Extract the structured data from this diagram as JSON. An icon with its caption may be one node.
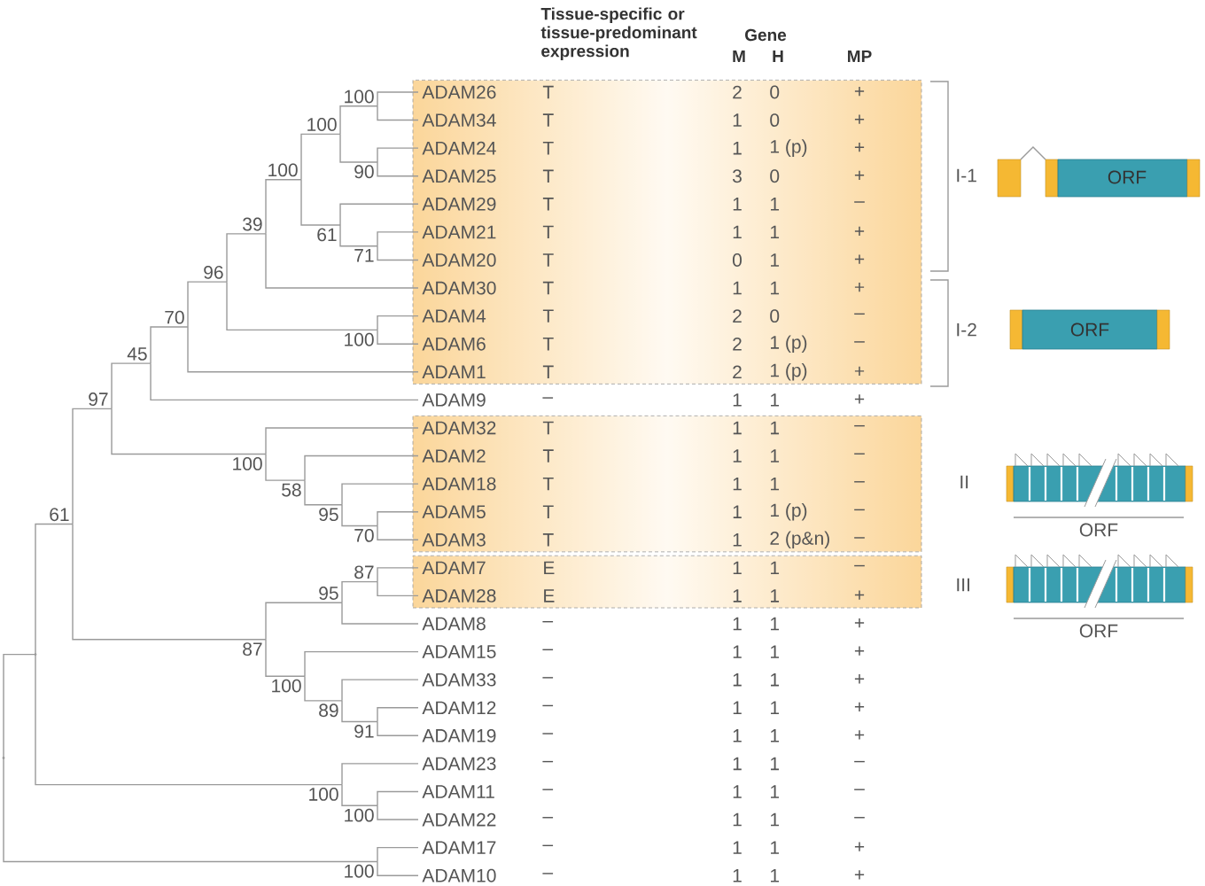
{
  "diagram": {
    "nodes": [
      {
        "text": [],
        "shape": "box"
      },
      {
        "text": [
          "ADAM26"
        ],
        "in": 0
      },
      {
        "text": [
          "ADAM34"
        ],
        "in": 0
      },
      {
        "text": [
          "ADAM24"
        ],
        "in": 0
      },
      {
        "text": [
          "ADAM25"
        ],
        "in": 0
      },
      {
        "text": [
          "ADAM29"
        ],
        "in": 0
      },
      {
        "text": [
          "ADAM21"
        ],
        "in": 0
      },
      {
        "text": [
          "ADAM20"
        ],
        "in": 0
      },
      {
        "text": [
          "ADAM30"
        ],
        "in": 0
      },
      {
        "text": [
          "ADAM4"
        ],
        "in": 0
      },
      {
        "text": [
          "ADAM6"
        ],
        "in": 0
      },
      {
        "text": [
          "ADAM1"
        ],
        "in": 0
      },
      {
        "text": [
          "ADAM9"
        ]
      },
      {
        "text": [],
        "shape": "box"
      },
      {
        "text": [
          "ADAM32"
        ],
        "in": 13
      },
      {
        "text": [
          "ADAM2"
        ],
        "in": 13
      },
      {
        "text": [
          "ADAM18"
        ],
        "in": 13
      },
      {
        "text": [
          "ADAM5"
        ],
        "in": 13
      },
      {
        "text": [
          "ADAM3"
        ],
        "in": 13
      },
      {
        "text": [],
        "shape": "box"
      },
      {
        "text": [
          "ADAM7"
        ],
        "in": 19
      },
      {
        "text": [
          "ADAM28"
        ],
        "in": 19
      },
      {
        "text": [
          "ADAM8"
        ]
      },
      {
        "text": [
          "ADAM15"
        ]
      },
      {
        "text": [
          "ADAM33"
        ]
      },
      {
        "text": [
          "ADAM12"
        ]
      },
      {
        "text": [
          "ADAM19"
        ]
      },
      {
        "text": [
          "ADAM23"
        ]
      },
      {
        "text": [
          "ADAM11"
        ]
      },
      {
        "text": [
          "ADAM22"
        ]
      },
      {
        "text": [
          "ADAM17"
        ]
      },
      {
        "text": [
          "ADAM10"
        ]
      },
      {
        "text": [
          "100"
        ]
      },
      {
        "text": [
          "100"
        ]
      },
      {
        "text": [
          "90"
        ]
      },
      {
        "text": [
          "100"
        ]
      },
      {
        "text": [
          "39"
        ]
      },
      {
        "text": [
          "61"
        ]
      },
      {
        "text": [
          "71"
        ]
      },
      {
        "text": [
          "96"
        ]
      },
      {
        "text": [
          "70"
        ]
      },
      {
        "text": [
          "100"
        ]
      },
      {
        "text": [
          "45"
        ]
      },
      {
        "text": [
          "97"
        ]
      },
      {
        "text": [
          "100"
        ]
      },
      {
        "text": [
          "58"
        ]
      },
      {
        "text": [
          "95"
        ]
      },
      {
        "text": [
          "70"
        ]
      },
      {
        "text": [
          "61"
        ]
      },
      {
        "text": [
          "87"
        ]
      },
      {
        "text": [
          "95"
        ]
      },
      {
        "text": [
          "87"
        ]
      },
      {
        "text": [
          "100"
        ]
      },
      {
        "text": [
          "89"
        ]
      },
      {
        "text": [
          "91"
        ]
      },
      {
        "text": [
          "100"
        ]
      },
      {
        "text": [
          "100"
        ]
      },
      {
        "text": [
          "100"
        ]
      },
      {
        "text": [],
        "shape": "point"
      },
      {
        "text": [],
        "shape": "point"
      }
    ],
    "edges": [
      {
        "from": 32,
        "to": 1,
        "arrow": "none"
      },
      {
        "from": 32,
        "to": 2,
        "arrow": "none"
      },
      {
        "from": 33,
        "to": 32,
        "arrow": "none"
      },
      {
        "from": 33,
        "to": 34,
        "arrow": "none"
      },
      {
        "from": 34,
        "to": 3,
        "arrow": "none"
      },
      {
        "from": 34,
        "to": 4,
        "arrow": "none"
      },
      {
        "from": 35,
        "to": 33,
        "arrow": "none"
      },
      {
        "from": 35,
        "to": 37,
        "arrow": "none"
      },
      {
        "from": 36,
        "to": 35,
        "arrow": "none"
      },
      {
        "from": 36,
        "to": 8,
        "arrow": "none"
      },
      {
        "from": 37,
        "to": 5,
        "arrow": "none"
      },
      {
        "from": 37,
        "to": 38,
        "arrow": "none"
      },
      {
        "from": 38,
        "to": 6,
        "arrow": "none"
      },
      {
        "from": 38,
        "to": 7,
        "arrow": "none"
      },
      {
        "from": 39,
        "to": 36,
        "arrow": "none"
      },
      {
        "from": 39,
        "to": 41,
        "arrow": "none"
      },
      {
        "from": 40,
        "to": 39,
        "arrow": "none"
      },
      {
        "from": 40,
        "to": 11,
        "arrow": "none"
      },
      {
        "from": 41,
        "to": 9,
        "arrow": "none"
      },
      {
        "from": 41,
        "to": 10,
        "arrow": "none"
      },
      {
        "from": 42,
        "to": 40,
        "arrow": "none"
      },
      {
        "from": 42,
        "to": 12,
        "arrow": "none"
      },
      {
        "from": 43,
        "to": 42,
        "arrow": "none"
      },
      {
        "from": 43,
        "to": 44,
        "arrow": "none"
      },
      {
        "from": 44,
        "to": 14,
        "arrow": "none"
      },
      {
        "from": 44,
        "to": 45,
        "arrow": "none"
      },
      {
        "from": 45,
        "to": 15,
        "arrow": "none"
      },
      {
        "from": 45,
        "to": 46,
        "arrow": "none"
      },
      {
        "from": 46,
        "to": 16,
        "arrow": "none"
      },
      {
        "from": 46,
        "to": 47,
        "arrow": "none"
      },
      {
        "from": 47,
        "to": 17,
        "arrow": "none"
      },
      {
        "from": 47,
        "to": 18,
        "arrow": "none"
      },
      {
        "from": 48,
        "to": 43,
        "arrow": "none"
      },
      {
        "from": 48,
        "to": 51,
        "arrow": "none"
      },
      {
        "from": 49,
        "to": 20,
        "arrow": "none"
      },
      {
        "from": 49,
        "to": 21,
        "arrow": "none"
      },
      {
        "from": 50,
        "to": 49,
        "arrow": "none"
      },
      {
        "from": 50,
        "to": 22,
        "arrow": "none"
      },
      {
        "from": 51,
        "to": 50,
        "arrow": "none"
      },
      {
        "from": 51,
        "to": 52,
        "arrow": "none"
      },
      {
        "from": 52,
        "to": 23,
        "arrow": "none"
      },
      {
        "from": 52,
        "to": 53,
        "arrow": "none"
      },
      {
        "from": 53,
        "to": 24,
        "arrow": "none"
      },
      {
        "from": 53,
        "to": 54,
        "arrow": "none"
      },
      {
        "from": 54,
        "to": 25,
        "arrow": "none"
      },
      {
        "from": 54,
        "to": 26,
        "arrow": "none"
      },
      {
        "from": 55,
        "to": 27,
        "arrow": "none"
      },
      {
        "from": 55,
        "to": 56,
        "arrow": "none"
      },
      {
        "from": 56,
        "to": 28,
        "arrow": "none"
      },
      {
        "from": 56,
        "to": 29,
        "arrow": "none"
      },
      {
        "from": 57,
        "to": 30,
        "arrow": "none"
      },
      {
        "from": 57,
        "to": 31,
        "arrow": "none"
      },
      {
        "from": 58,
        "to": 48,
        "arrow": "none"
      },
      {
        "from": 58,
        "to": 55,
        "arrow": "none"
      },
      {
        "from": 59,
        "to": 58,
        "arrow": "none"
      },
      {
        "from": 59,
        "to": 57,
        "arrow": "none"
      }
    ],
    "labels": [
      "Tissue-specific or tissue-predominant expression",
      "Gene",
      "M",
      "H",
      "MP",
      "T",
      "2",
      "0",
      "+",
      "T",
      "1",
      "0",
      "+",
      "T",
      "1",
      "1 (p)",
      "+",
      "T",
      "3",
      "0",
      "+",
      "T",
      "1",
      "1",
      "–",
      "T",
      "1",
      "1",
      "+",
      "T",
      "0",
      "1",
      "+",
      "T",
      "1",
      "1",
      "+",
      "T",
      "2",
      "0",
      "–",
      "T",
      "2",
      "1 (p)",
      "–",
      "T",
      "2",
      "1 (p)",
      "+",
      "–",
      "1",
      "1",
      "+",
      "T",
      "1",
      "1",
      "–",
      "T",
      "1",
      "1",
      "–",
      "T",
      "1",
      "1",
      "–",
      "T",
      "1",
      "1 (p)",
      "–",
      "T",
      "1",
      "2 (p&n)",
      "–",
      "E",
      "1",
      "1",
      "–",
      "E",
      "1",
      "1",
      "+",
      "–",
      "1",
      "1",
      "+",
      "–",
      "1",
      "1",
      "+",
      "–",
      "1",
      "1",
      "+",
      "–",
      "1",
      "1",
      "+",
      "–",
      "1",
      "1",
      "+",
      "–",
      "1",
      "1",
      "–",
      "–",
      "1",
      "1",
      "–",
      "–",
      "1",
      "1",
      "–",
      "–",
      "1",
      "1",
      "+",
      "–",
      "1",
      "1",
      "+",
      "I-1",
      "ORF",
      "I-2",
      "ORF",
      "II",
      "ORF",
      "III",
      "ORF"
    ]
  }
}
